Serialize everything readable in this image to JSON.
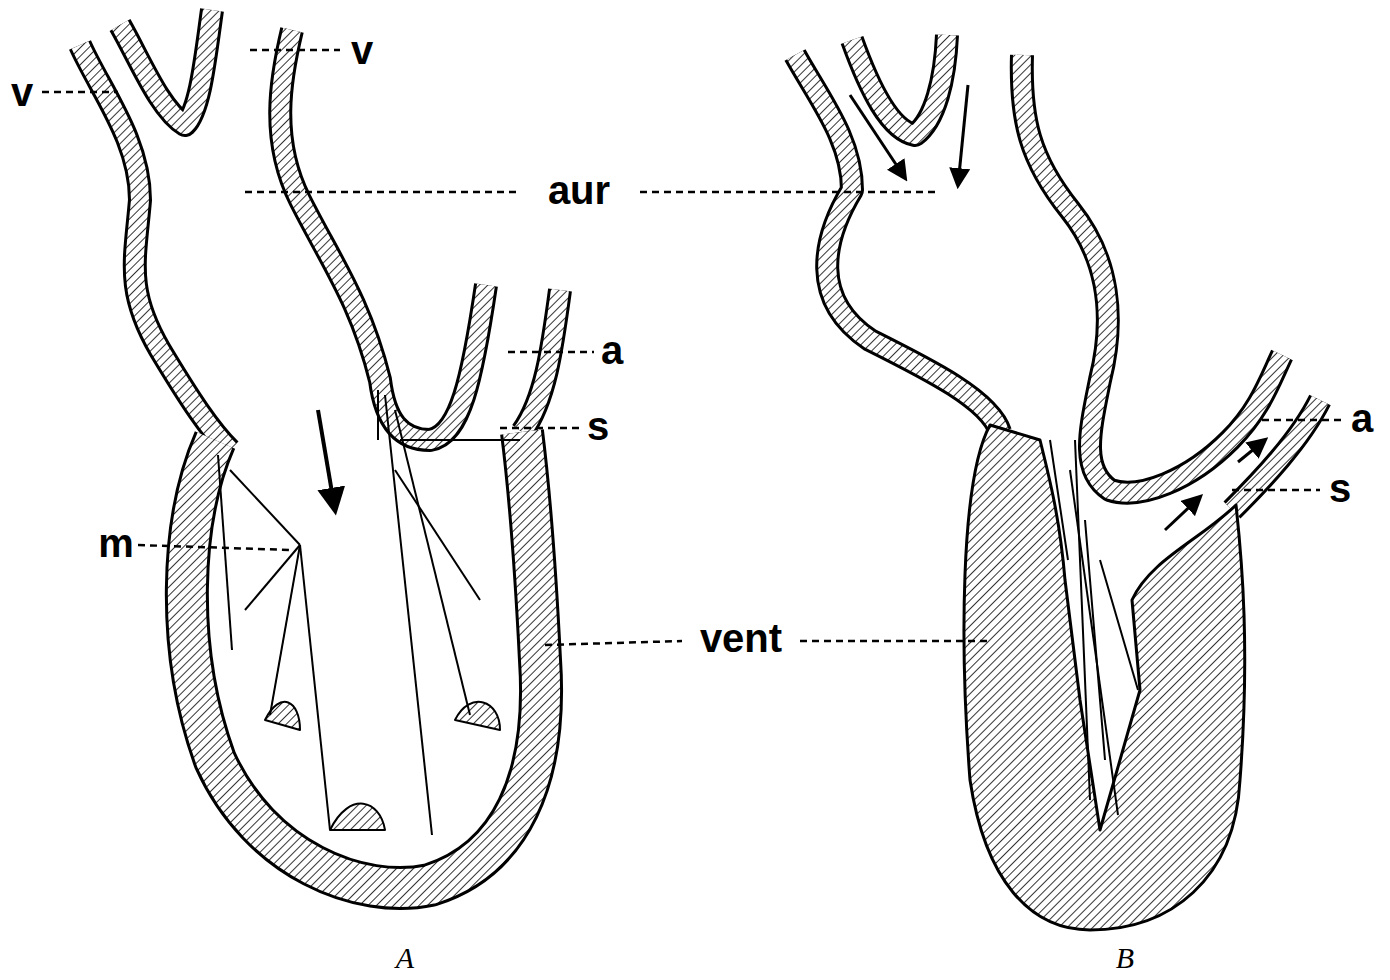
{
  "diagram": {
    "labels": [
      "v",
      "v",
      "aur",
      "a",
      "s",
      "m",
      "vent",
      "a",
      "s",
      "A",
      "B"
    ]
  }
}
